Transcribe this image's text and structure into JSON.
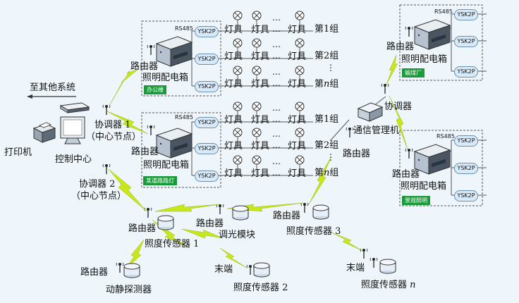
{
  "labels": {
    "to_other_systems": "至其他系统",
    "printer": "打印机",
    "control_center": "控制中心",
    "coordinator1": "协调器 1",
    "coordinator1_sub": "（中心节点）",
    "coordinator2": "协调器 2",
    "coordinator2_sub": "（中心节点）",
    "router": "路由器",
    "lighting_box": "照明配电箱",
    "rs485": "RS485",
    "ysk": "YSK2P",
    "lamp": "灯具",
    "ellipsis": "…",
    "vdots": "⋮",
    "group_prefix": "第",
    "group_suffix": "组",
    "coordinator": "协调器",
    "comm_manager": "通信管理机",
    "dimming_module": "调光模块",
    "illum_sensor1": "照度传感器 1",
    "illum_sensor2": "照度传感器 2",
    "illum_sensor3": "照度传感器 3",
    "illum_sensorn_prefix": "照度传感器",
    "illum_sensorn_n": "n",
    "motion_detector": "动静探测器",
    "terminal": "末端"
  },
  "tags": {
    "office": "办公楼",
    "road": "某道路路灯",
    "coal": "输煤厂",
    "landscape": "景观照明"
  },
  "groups": {
    "office": [
      "1",
      "2",
      "n"
    ],
    "road": [
      "1",
      "2",
      "n"
    ]
  },
  "colors": {
    "background": "#eef6fb",
    "zigbee_bolt": "#c8e61c",
    "tag_green": "#1a9a38",
    "box_border": "#555555",
    "wire": "#555555"
  }
}
